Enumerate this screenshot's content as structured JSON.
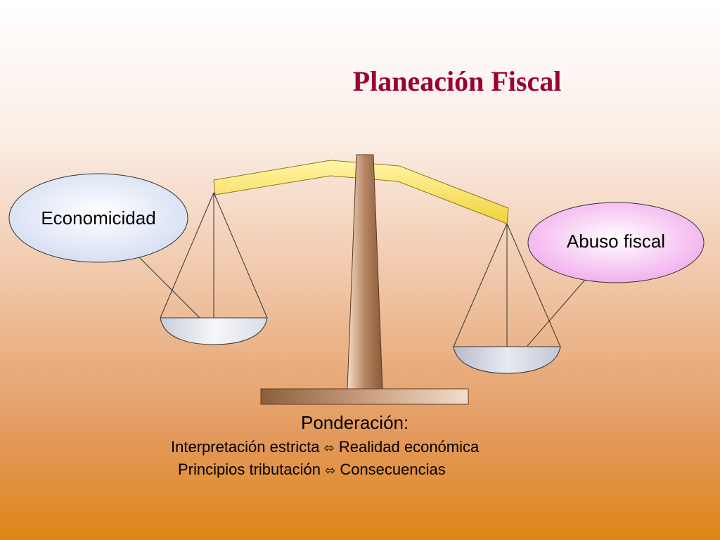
{
  "title": "Planeación Fiscal",
  "left_bubble": {
    "label": "Economicidad",
    "color": "#dfe6f6"
  },
  "right_bubble": {
    "label": "Abuso fiscal",
    "color": "#f7c8f2"
  },
  "caption": {
    "heading": "Ponderación:",
    "line1_left": "Interpretación estricta",
    "line1_right": "Realidad económica",
    "line2_left": "Principios tributación",
    "line2_right": "Consecuencias",
    "arrow": "⬄"
  },
  "colors": {
    "title": "#990033",
    "beam": "#fff08a",
    "post": "#9e6f4a",
    "pan": "#e9ebf2"
  }
}
